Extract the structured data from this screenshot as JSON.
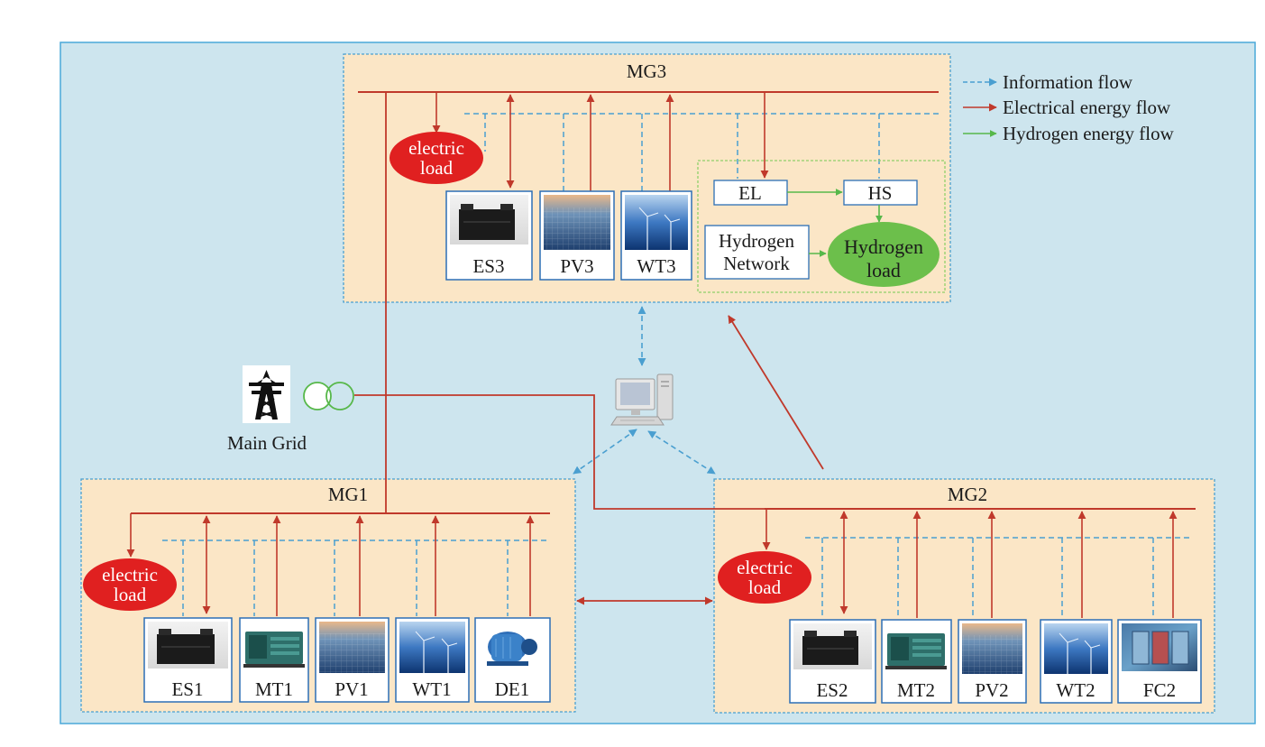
{
  "legend": {
    "information_flow": "Information flow",
    "electrical_flow": "Electrical energy flow",
    "hydrogen_flow": "Hydrogen energy flow"
  },
  "colors": {
    "outer_bg": "#cde5ee",
    "outer_border": "#4aa8d8",
    "mg_bg": "#fbe6c6",
    "mg_border": "#4a9fd0",
    "info": "#4a9fd0",
    "elec": "#c0392b",
    "hydrogen": "#57b84a",
    "load_red": "#e02020",
    "load_green": "#6cbf4b",
    "device_border": "#2c6fb5"
  },
  "mg3": {
    "title": "MG3",
    "load_line1": "electric",
    "load_line2": "load",
    "devices": [
      "ES3",
      "PV3",
      "WT3"
    ],
    "el": "EL",
    "hs": "HS",
    "hydrogen_network_line1": "Hydrogen",
    "hydrogen_network_line2": "Network",
    "hydrogen_load_line1": "Hydrogen",
    "hydrogen_load_line2": "load"
  },
  "mg1": {
    "title": "MG1",
    "load_line1": "electric",
    "load_line2": "load",
    "devices": [
      "ES1",
      "MT1",
      "PV1",
      "WT1",
      "DE1"
    ]
  },
  "mg2": {
    "title": "MG2",
    "load_line1": "electric",
    "load_line2": "load",
    "devices": [
      "ES2",
      "MT2",
      "PV2",
      "WT2",
      "FC2"
    ]
  },
  "main_grid": {
    "label": "Main Grid"
  },
  "icons": {
    "tower": "transmission-tower-icon",
    "transformer": "transformer-icon",
    "computer": "computer-icon"
  }
}
